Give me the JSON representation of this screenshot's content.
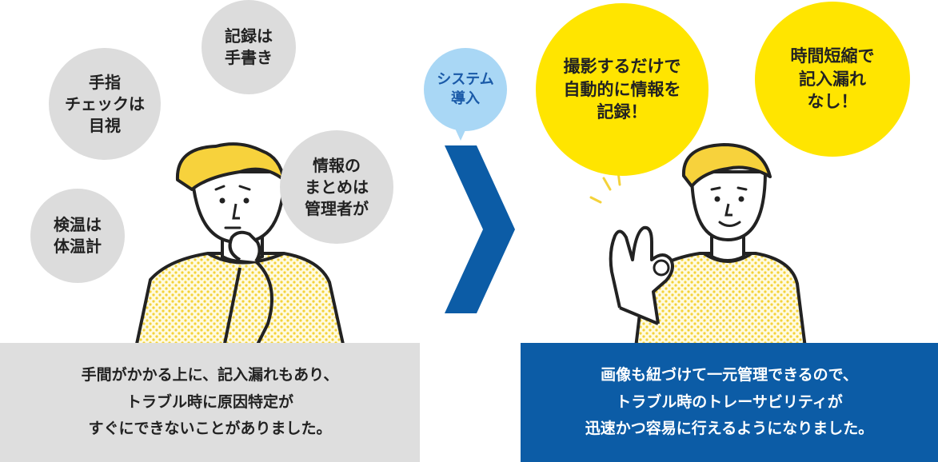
{
  "colors": {
    "panel_gray": "#dedede",
    "panel_blue": "#0c5ca6",
    "bubble_gray": "#dcdcdc",
    "bubble_yellow": "#ffe500",
    "bubble_lightblue": "#a9d7f5",
    "chevron": "#0c5ca6"
  },
  "before": {
    "thoughts": {
      "finger_check": [
        "手指",
        "チェックは",
        "目視"
      ],
      "handwritten": [
        "記録は",
        "手書き"
      ],
      "temperature": [
        "検温は",
        "体温計"
      ],
      "admin": [
        "情報の",
        "まとめは",
        "管理者が"
      ]
    },
    "caption": [
      "手間がかかる上に、記入漏れもあり、",
      "トラブル時に原因特定が",
      "すぐにできないことがありました。"
    ]
  },
  "transition": {
    "label": [
      "システム",
      "導入"
    ],
    "arrow_icon": "chevron-right-icon"
  },
  "after": {
    "benefits": {
      "auto_record": [
        "撮影するだけで",
        "自動的に情報を",
        "記録！"
      ],
      "time_saving": [
        "時間短縮で",
        "記入漏れ",
        "なし！"
      ]
    },
    "caption": [
      "画像も紐づけて一元管理できるので、",
      "トラブル時のトレーサビリティが",
      "迅速かつ容易に行えるようになりました。"
    ]
  }
}
